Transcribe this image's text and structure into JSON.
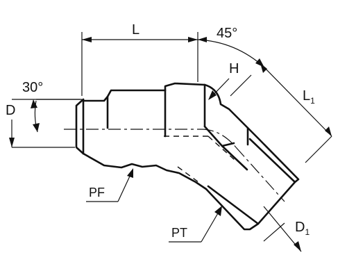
{
  "labels": {
    "L": "L",
    "angle45": "45°",
    "H": "H",
    "L1_main": "L",
    "L1_sub": "1",
    "angle30": "30°",
    "D": "D",
    "PF": "PF",
    "PT": "PT",
    "D1_main": "D",
    "D1_sub": "1"
  }
}
